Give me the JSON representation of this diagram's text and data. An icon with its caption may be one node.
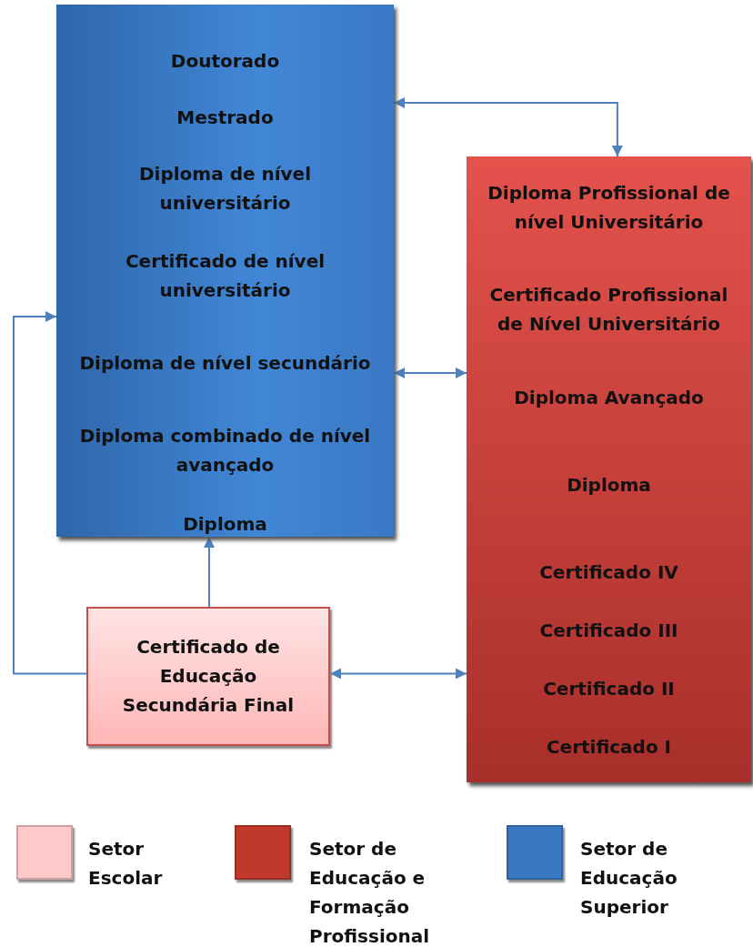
{
  "diagram": {
    "nodes": [
      {
        "text": [
          "Doutorado",
          "Mestrado",
          "Diploma de nível universitário",
          "Certificado de nível universitário",
          "Diploma de nível secundário",
          "Diploma combinado de nível avançado",
          "Diploma"
        ]
      },
      {
        "text": [
          "Diploma Profissional de nível Universitário",
          "Certificado Profissional de Nível Universitário",
          "Diploma Avançado",
          "Diploma",
          "Certificado IV",
          "Certificado III",
          "Certificado II",
          "Certificado I"
        ]
      },
      {
        "text": [
          "Certificado de Educação Secundária Final"
        ]
      }
    ],
    "edges": [
      {
        "from": 0,
        "to": 1,
        "arrow": "both"
      },
      {
        "from": 0,
        "to": 1,
        "arrow": "both"
      },
      {
        "from": 2,
        "to": 0,
        "arrow": "to"
      },
      {
        "from": 2,
        "to": 0,
        "arrow": "to"
      },
      {
        "from": 2,
        "to": 1,
        "arrow": "both"
      }
    ],
    "legend": [
      {
        "text": "Setor Escolar",
        "color": "#ffc9c9"
      },
      {
        "text": "Setor de Educação e Formação Profissional",
        "color": "#c0392b"
      },
      {
        "text": "Setor de Educação Superior",
        "color": "#3a78c4"
      }
    ]
  }
}
